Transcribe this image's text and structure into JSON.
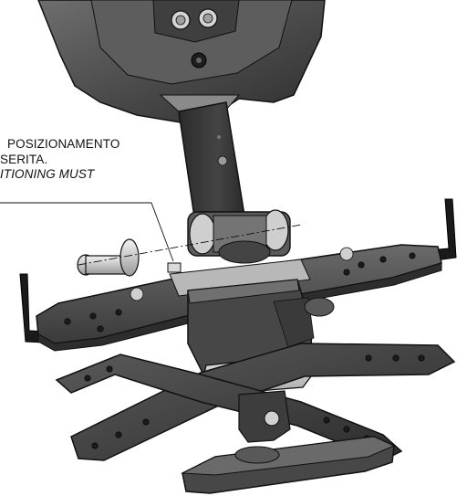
{
  "annotation": {
    "line1": "POSIZIONAMENTO",
    "line2": "SERITA.",
    "line3": "ITIONING MUST"
  },
  "colors": {
    "frame_dark": "#3c3c3c",
    "frame_mid": "#5a5a5a",
    "hub_body": "#4e4e4e",
    "hub_face": "#c9c9c9",
    "bracket_black": "#1a1a1a",
    "outline": "#111111"
  },
  "parts": [
    "top-housing",
    "vertical-arm",
    "locking-pin",
    "pin-washer",
    "upper-cross-plate",
    "central-hub",
    "lower-x-frame",
    "base-foot",
    "side-bracket-left",
    "side-bracket-right"
  ]
}
